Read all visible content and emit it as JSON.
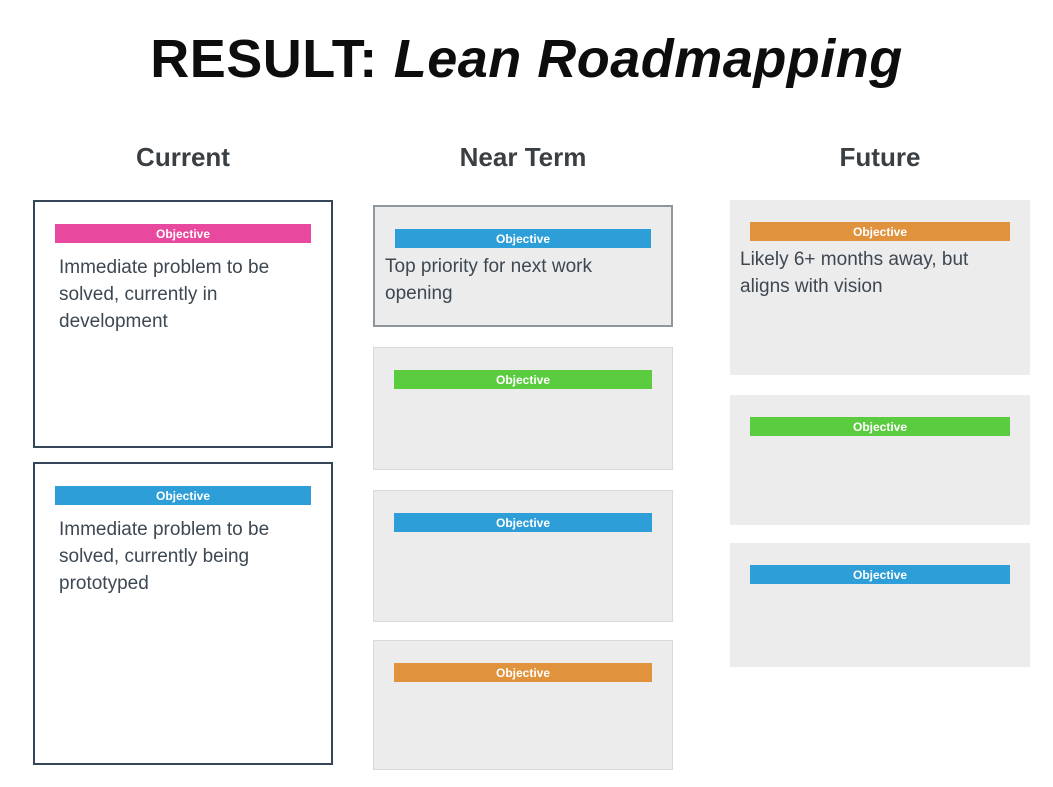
{
  "title": {
    "prefix": "RESULT:",
    "topic": "Lean Roadmapping"
  },
  "columns": [
    {
      "header": "Current",
      "cards": [
        {
          "badge": "Objective",
          "badge_color": "#e8489e",
          "body": "Immediate problem to be solved, currently in development"
        },
        {
          "badge": "Objective",
          "badge_color": "#2e9ed8",
          "body": "Immediate problem to be solved, currently being prototyped"
        }
      ]
    },
    {
      "header": "Near Term",
      "cards": [
        {
          "badge": "Objective",
          "badge_color": "#2e9ed8",
          "body": "Top priority for next work opening"
        },
        {
          "badge": "Objective",
          "badge_color": "#5bcb40",
          "body": ""
        },
        {
          "badge": "Objective",
          "badge_color": "#2e9ed8",
          "body": ""
        },
        {
          "badge": "Objective",
          "badge_color": "#e0923c",
          "body": ""
        }
      ]
    },
    {
      "header": "Future",
      "cards": [
        {
          "badge": "Objective",
          "badge_color": "#e0923c",
          "body": "Likely 6+ months away, but aligns with vision"
        },
        {
          "badge": "Objective",
          "badge_color": "#5bcb40",
          "body": ""
        },
        {
          "badge": "Objective",
          "badge_color": "#2e9ed8",
          "body": ""
        }
      ]
    }
  ],
  "colors": {
    "pink": "#e8489e",
    "blue": "#2e9ed8",
    "green": "#5bcb40",
    "orange": "#e0923c",
    "card_background": "#ececec",
    "current_card_border": "#36465a",
    "body_text": "#3d4852"
  }
}
